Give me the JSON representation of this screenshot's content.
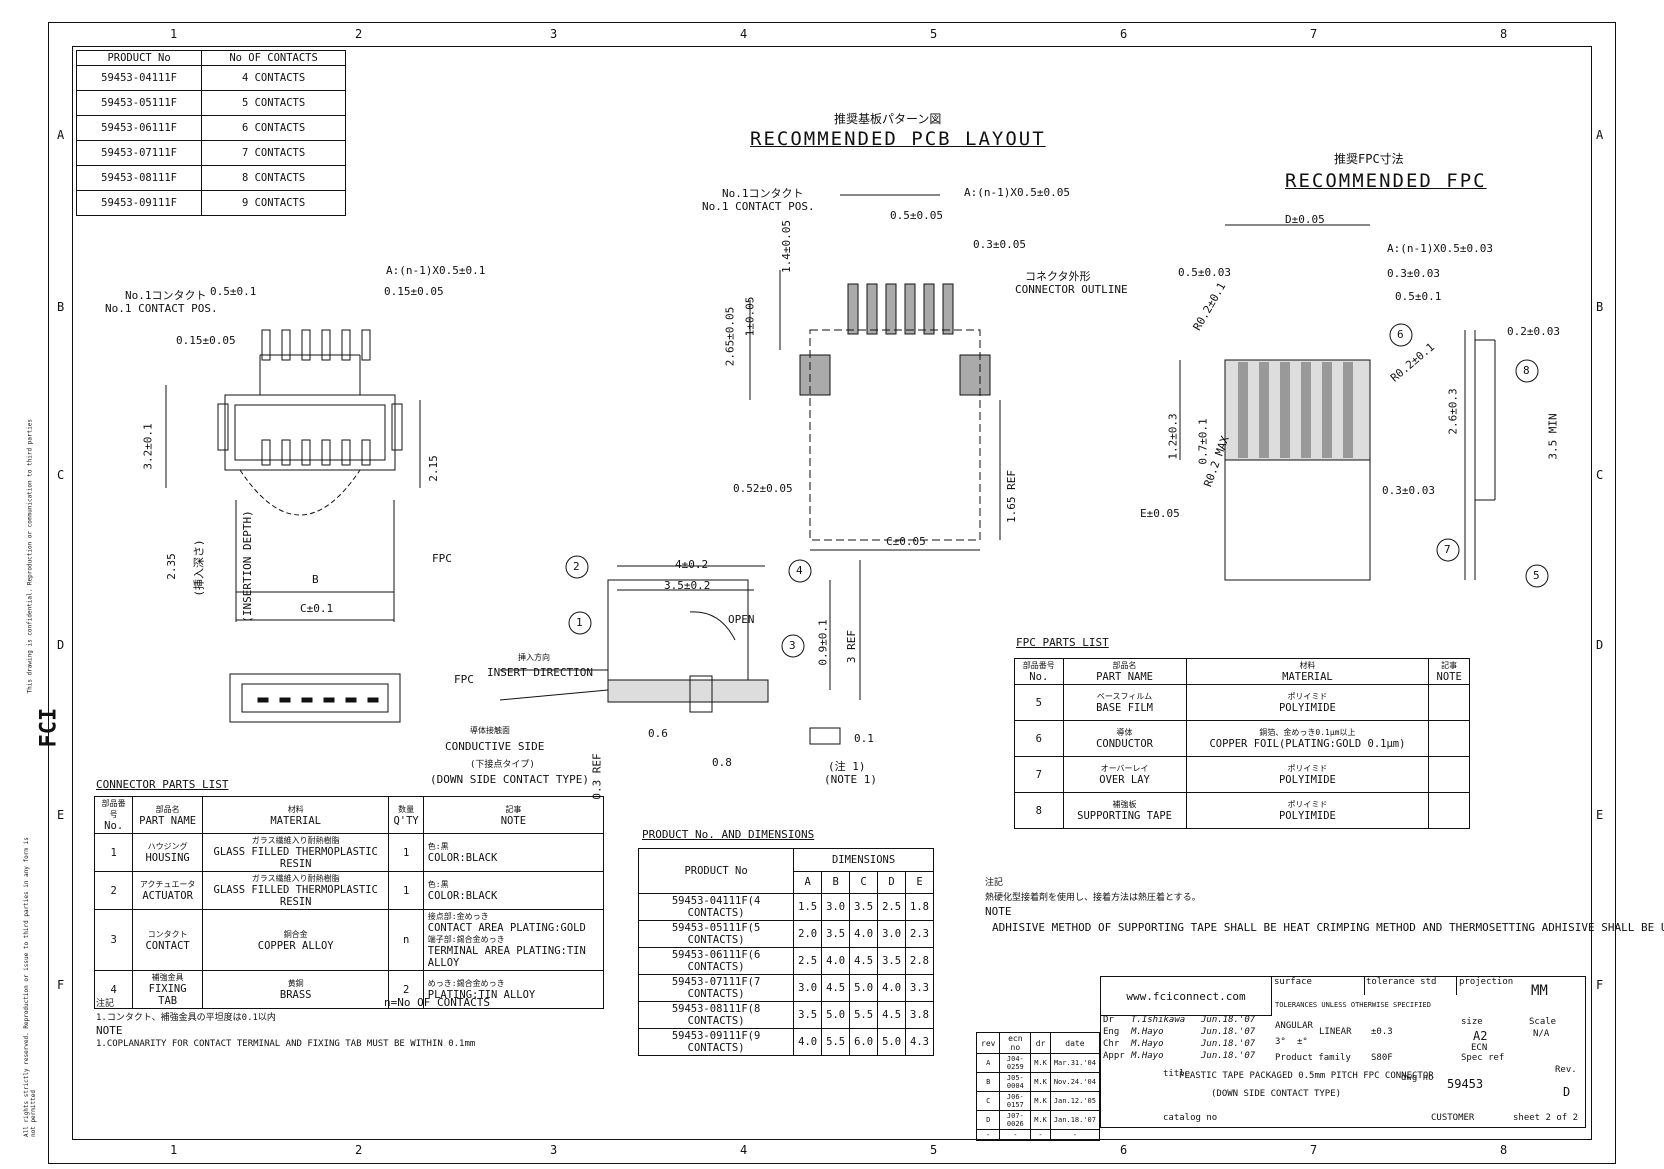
{
  "zones_top": [
    "1",
    "2",
    "3",
    "4",
    "5",
    "6",
    "7",
    "8"
  ],
  "zones_side": [
    "A",
    "B",
    "C",
    "D",
    "E",
    "F"
  ],
  "product_table": {
    "headers": [
      "PRODUCT No",
      "No  OF CONTACTS"
    ],
    "rows": [
      [
        "59453-04111F",
        "4 CONTACTS"
      ],
      [
        "59453-05111F",
        "5 CONTACTS"
      ],
      [
        "59453-06111F",
        "6 CONTACTS"
      ],
      [
        "59453-07111F",
        "7 CONTACTS"
      ],
      [
        "59453-08111F",
        "8 CONTACTS"
      ],
      [
        "59453-09111F",
        "9 CONTACTS"
      ]
    ]
  },
  "pcb_layout": {
    "title_jp": "推奨基板パターン図",
    "title": "RECOMMENDED PCB LAYOUT",
    "contact_jp": "No.1コンタクト",
    "contact": "No.1 CONTACT POS.",
    "pitch": "A:(n-1)X0.5±0.05",
    "d1": "0.5±0.05",
    "d2": "0.3±0.05",
    "d3": "1.4±0.05",
    "d4": "1±0.05",
    "d5": "2.65±0.05",
    "outline_jp": "コネクタ外形",
    "outline": "CONNECTOR OUTLINE",
    "d6": "0.52±0.05",
    "d7": "C±0.05",
    "d8": "1.65 REF"
  },
  "fpc_rec": {
    "title_jp": "推奨FPC寸法",
    "title": "RECOMMENDED FPC",
    "d1": "D±0.05",
    "d2": "A:(n-1)X0.5±0.03",
    "d3": "0.5±0.03",
    "d4": "0.3±0.03",
    "d5": "0.5±0.1",
    "d6": "R0.2±0.1",
    "d7": "R0.2±0.1",
    "d8": "1.2±0.3",
    "d9": "0.7±0.1",
    "d10": "R0.2 MAX",
    "d11": "0.3±0.03",
    "d12": "E±0.05",
    "d13": "0.2±0.03",
    "d14": "2.6±0.3",
    "d15": "3.5 MIN",
    "callouts": [
      "6",
      "8",
      "7",
      "5"
    ]
  },
  "connector_view": {
    "contact_jp": "No.1コンタクト",
    "contact": "No.1 CONTACT POS.",
    "d1": "0.5±0.1",
    "d2": "A:(n-1)X0.5±0.1",
    "d3": "0.15±0.05",
    "d4": "0.15±0.05",
    "d5": "3.2±0.1",
    "d6": "2.15",
    "d7": "2.35",
    "d7b": "(挿入深さ)",
    "d8": "(INSERTION DEPTH)",
    "d9": "B",
    "d10": "C±0.1",
    "fpc": "FPC"
  },
  "side_view": {
    "d1": "4±0.2",
    "d2": "3.5±0.2",
    "open": "OPEN",
    "insert_jp": "挿入方向",
    "insert": "INSERT DIRECTION",
    "fpc": "FPC",
    "cond_jp": "導体接触面",
    "cond": "CONDUCTIVE SIDE",
    "down_jp": "(下接点タイプ)",
    "down": "(DOWN SIDE CONTACT TYPE)",
    "d3": "0.9±0.1",
    "d4": "3 REF",
    "d5": "0.6",
    "d6": "0.8",
    "d7": "0.3 REF",
    "flat": "0.1",
    "note_jp": "(注 1)",
    "note": "(NOTE 1)",
    "callouts": [
      "1",
      "2",
      "3",
      "4"
    ]
  },
  "connector_parts": {
    "title": "CONNECTOR PARTS LIST",
    "headers": [
      [
        "部品番号",
        "No."
      ],
      [
        "部品名",
        "PART NAME"
      ],
      [
        "材料",
        "MATERIAL"
      ],
      [
        "数量",
        "Q'TY"
      ],
      [
        "記事",
        "NOTE"
      ]
    ],
    "rows": [
      [
        "1",
        "ハウジング",
        "HOUSING",
        "ガラス繊維入り耐熱樹脂",
        "GLASS FILLED THERMOPLASTIC RESIN",
        "1",
        "色:黒",
        "COLOR:BLACK"
      ],
      [
        "2",
        "アクチュエータ",
        "ACTUATOR",
        "ガラス繊維入り耐熱樹脂",
        "GLASS FILLED THERMOPLASTIC RESIN",
        "1",
        "色:黒",
        "COLOR:BLACK"
      ],
      [
        "3",
        "コンタクト",
        "CONTACT",
        "銅合金",
        "COPPER ALLOY",
        "n",
        "接点部:金めっき",
        "CONTACT AREA PLATING:GOLD",
        "端子部:錫合金めっき",
        "TERMINAL AREA PLATING:TIN ALLOY"
      ],
      [
        "4",
        "補強金具",
        "FIXING TAB",
        "黄銅",
        "BRASS",
        "2",
        "めっき:錫合金めっき",
        "PLATING:TIN ALLOY"
      ]
    ],
    "n_note": "n=No  OF CONTACTS",
    "note_jp_head": "注記",
    "note_jp": "1.コンタクト、補強金具の平坦度は0.1以内",
    "note_head": "NOTE",
    "note": "1.COPLANARITY FOR CONTACT TERMINAL AND FIXING TAB MUST BE WITHIN 0.1mm"
  },
  "dims_table": {
    "title": "PRODUCT No. AND DIMENSIONS",
    "head1": "PRODUCT No",
    "head2": "DIMENSIONS",
    "cols": [
      "A",
      "B",
      "C",
      "D",
      "E"
    ],
    "rows": [
      [
        "59453-04111F(4 CONTACTS)",
        "1.5",
        "3.0",
        "3.5",
        "2.5",
        "1.8"
      ],
      [
        "59453-05111F(5 CONTACTS)",
        "2.0",
        "3.5",
        "4.0",
        "3.0",
        "2.3"
      ],
      [
        "59453-06111F(6 CONTACTS)",
        "2.5",
        "4.0",
        "4.5",
        "3.5",
        "2.8"
      ],
      [
        "59453-07111F(7 CONTACTS)",
        "3.0",
        "4.5",
        "5.0",
        "4.0",
        "3.3"
      ],
      [
        "59453-08111F(8 CONTACTS)",
        "3.5",
        "5.0",
        "5.5",
        "4.5",
        "3.8"
      ],
      [
        "59453-09111F(9 CONTACTS)",
        "4.0",
        "5.5",
        "6.0",
        "5.0",
        "4.3"
      ]
    ]
  },
  "fpc_parts": {
    "title": "FPC PARTS LIST",
    "headers": [
      [
        "部品番号",
        "No."
      ],
      [
        "部品名",
        "PART NAME"
      ],
      [
        "材料",
        "MATERIAL"
      ],
      [
        "記事",
        "NOTE"
      ]
    ],
    "rows": [
      [
        "5",
        "ベースフィルム",
        "BASE FILM",
        "ポリイミド",
        "POLYIMIDE"
      ],
      [
        "6",
        "導体",
        "CONDUCTOR",
        "銅箔、金めっき0.1μm以上",
        "COPPER FOIL(PLATING:GOLD 0.1μm)"
      ],
      [
        "7",
        "オーバーレイ",
        "OVER LAY",
        "ポリイミド",
        "POLYIMIDE"
      ],
      [
        "8",
        "補強板",
        "SUPPORTING TAPE",
        "ポリイミド",
        "POLYIMIDE"
      ]
    ],
    "note_jp_head": "注記",
    "note_jp": "熱硬化型接着剤を使用し、接着方法は熱圧着とする。",
    "note_head": "NOTE",
    "note": "ADHISIVE METHOD OF SUPPORTING TAPE SHALL BE HEAT CRIMPING METHOD AND THERMOSETTING ADHISIVE SHALL BE USED"
  },
  "title_block": {
    "web": "www.fciconnect.com",
    "surface": "surface",
    "tolerance": "tolerance std",
    "projection": "projection",
    "unit": "MM",
    "tol_note": "TOLERANCES UNLESS OTHERWISE SPECIFIED",
    "angular": "ANGULAR",
    "linear": "LINEAR",
    "linear_val": "±0.3",
    "ang1": "3°",
    "ang2": "±°",
    "size": "size",
    "size_val": "A2",
    "scale": "Scale",
    "scale_val": "N/A",
    "ecn": "ECN",
    "family": "Product family",
    "family_val": "S80F",
    "spec": "Spec ref",
    "title_label": "title",
    "title1": "PLASTIC TAPE PACKAGED 0.5mm PITCH FPC CONNECTOR",
    "title2": "(DOWN SIDE CONTACT TYPE)",
    "dwg_label": "dwg no",
    "dwg": "59453",
    "rev_label": "Rev.",
    "rev": "D",
    "catalog": "catalog no",
    "customer": "CUSTOMER",
    "sheet": "sheet 2 of 2",
    "roles": [
      "Dr",
      "Eng",
      "Chr",
      "Appr"
    ],
    "names": [
      "T.Ishikawa",
      "M.Hayo",
      "M.Hayo",
      "M.Hayo"
    ],
    "dates": [
      "Jun.18.'07",
      "Jun.18.'07",
      "Jun.18.'07",
      "Jun.18.'07"
    ],
    "rev_head": [
      "rev",
      "ecn no",
      "dr",
      "date"
    ],
    "revs": [
      [
        "A",
        "J04-0259",
        "M.K",
        "Mar.31.'04"
      ],
      [
        "B",
        "J05-0004",
        "M.K",
        "Nov.24.'04"
      ],
      [
        "C",
        "J06-0157",
        "M.K",
        "Jan.12.'05"
      ],
      [
        "D",
        "J07-0026",
        "M.K",
        "Jan.18.'07"
      ],
      [
        "-",
        "-",
        "-",
        "-"
      ]
    ]
  },
  "side_text": {
    "logo": "FCI",
    "legal1": "This drawing is confidential. Reproduction or communication to third parties",
    "legal2": "All rights strictly reserved. Reproduction or issue to third parties in any form is not permitted"
  }
}
